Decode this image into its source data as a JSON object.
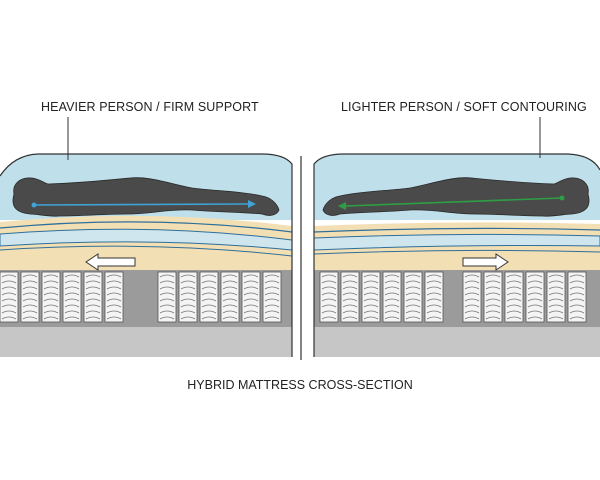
{
  "panels": [
    {
      "id": "left",
      "label": "HEAVIER PERSON / FIRM SUPPORT",
      "person_facing": "left",
      "alignment_line_color": "#3fa3d6",
      "arrow_direction": "left"
    },
    {
      "id": "right",
      "label": "LIGHTER PERSON / SOFT CONTOURING",
      "person_facing": "right",
      "alignment_line_color": "#2e9e44",
      "arrow_direction": "right"
    }
  ],
  "footer": {
    "caption": "HYBRID MATTRESS CROSS-SECTION"
  },
  "colors": {
    "comfort_layer": "#bfe0ea",
    "foam_band": "#f3dfb4",
    "transition_line": "#2f6f9a",
    "coil_base": "#9b9b9b",
    "base_layer": "#c6c6c6",
    "silhouette": "#4a4a4a",
    "outline": "#333333"
  }
}
